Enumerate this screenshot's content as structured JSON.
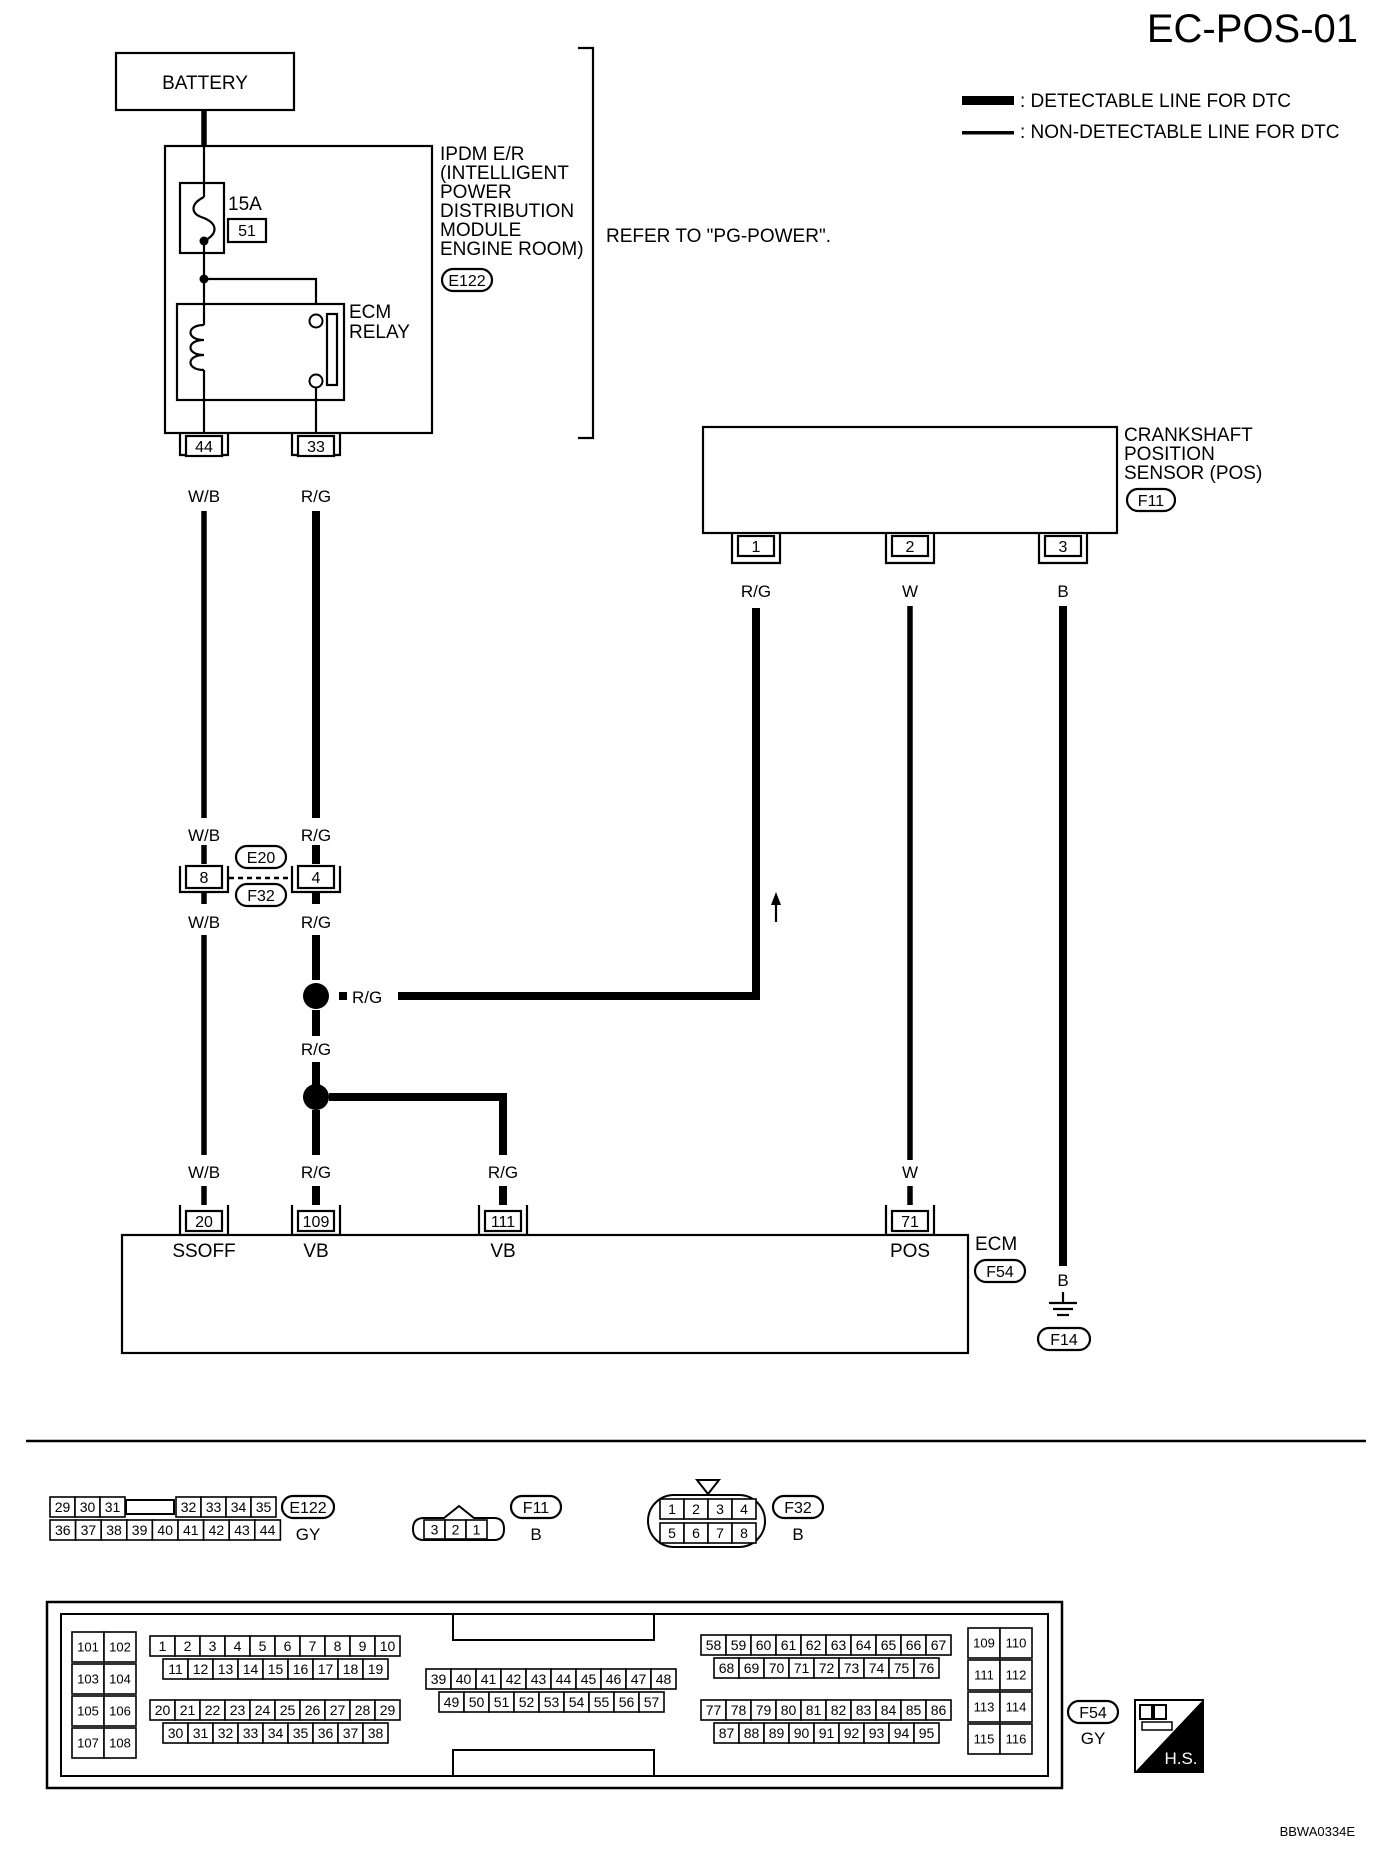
{
  "page": {
    "title": "EC-POS-01",
    "code": "BBWA0334E"
  },
  "legend": {
    "detectable": ": DETECTABLE LINE FOR DTC",
    "non_detectable": ": NON-DETECTABLE LINE FOR DTC"
  },
  "battery": {
    "label": "BATTERY"
  },
  "ipdm": {
    "lines": [
      "IPDM E/R",
      "(INTELLIGENT",
      "POWER",
      "DISTRIBUTION",
      "MODULE",
      "ENGINE ROOM)"
    ],
    "connector": "E122",
    "fuse_rating": "15A",
    "fuse_number": "51",
    "relay_lines": [
      "ECM",
      "RELAY"
    ],
    "refer": "REFER TO \"PG-POWER\"."
  },
  "wiring": {
    "pin_44": "44",
    "pin_33": "33",
    "wire_wb": "W/B",
    "wire_rg": "R/G",
    "jc_pin_8": "8",
    "jc_pin_4": "4",
    "jc_conn_top": "E20",
    "jc_conn_bottom": "F32",
    "wire_w": "W",
    "wire_b": "B"
  },
  "ckp": {
    "lines": [
      "CRANKSHAFT",
      "POSITION",
      "SENSOR (POS)"
    ],
    "connector": "F11",
    "pin_1": "1",
    "pin_2": "2",
    "pin_3": "3"
  },
  "ecm": {
    "label": "ECM",
    "connector": "F54",
    "pin_20": "20",
    "pin_109": "109",
    "pin_111": "111",
    "pin_71": "71",
    "term_ssoff": "SSOFF",
    "term_vb1": "VB",
    "term_vb2": "VB",
    "term_pos": "POS"
  },
  "ground": {
    "wire": "B",
    "connector": "F14"
  },
  "connectors": {
    "e122": {
      "id": "E122",
      "color": "GY",
      "row1a": [
        "29",
        "30",
        "31"
      ],
      "row1b": [
        "32",
        "33",
        "34",
        "35"
      ],
      "row2": [
        "36",
        "37",
        "38",
        "39",
        "40",
        "41",
        "42",
        "43",
        "44"
      ]
    },
    "f11": {
      "id": "F11",
      "color": "B",
      "pins": [
        "3",
        "2",
        "1"
      ]
    },
    "f32": {
      "id": "F32",
      "color": "B",
      "row1": [
        "1",
        "2",
        "3",
        "4"
      ],
      "row2": [
        "5",
        "6",
        "7",
        "8"
      ]
    },
    "f54": {
      "id": "F54",
      "color": "GY",
      "l1": [
        "101",
        "102"
      ],
      "l2": [
        "103",
        "104"
      ],
      "l3": [
        "105",
        "106"
      ],
      "l4": [
        "107",
        "108"
      ],
      "a1": [
        "1",
        "2",
        "3",
        "4",
        "5",
        "6",
        "7",
        "8",
        "9",
        "10"
      ],
      "a2": [
        "11",
        "12",
        "13",
        "14",
        "15",
        "16",
        "17",
        "18",
        "19"
      ],
      "a3": [
        "20",
        "21",
        "22",
        "23",
        "24",
        "25",
        "26",
        "27",
        "28",
        "29"
      ],
      "a4": [
        "30",
        "31",
        "32",
        "33",
        "34",
        "35",
        "36",
        "37",
        "38"
      ],
      "m1": [
        "39",
        "40",
        "41",
        "42",
        "43",
        "44",
        "45",
        "46",
        "47",
        "48"
      ],
      "m2": [
        "49",
        "50",
        "51",
        "52",
        "53",
        "54",
        "55",
        "56",
        "57"
      ],
      "b1": [
        "58",
        "59",
        "60",
        "61",
        "62",
        "63",
        "64",
        "65",
        "66",
        "67"
      ],
      "b2": [
        "68",
        "69",
        "70",
        "71",
        "72",
        "73",
        "74",
        "75",
        "76"
      ],
      "b3": [
        "77",
        "78",
        "79",
        "80",
        "81",
        "82",
        "83",
        "84",
        "85",
        "86"
      ],
      "b4": [
        "87",
        "88",
        "89",
        "90",
        "91",
        "92",
        "93",
        "94",
        "95"
      ],
      "r1": [
        "109",
        "110"
      ],
      "r2": [
        "111",
        "112"
      ],
      "r3": [
        "113",
        "114"
      ],
      "r4": [
        "115",
        "116"
      ]
    },
    "hs": "H.S."
  }
}
